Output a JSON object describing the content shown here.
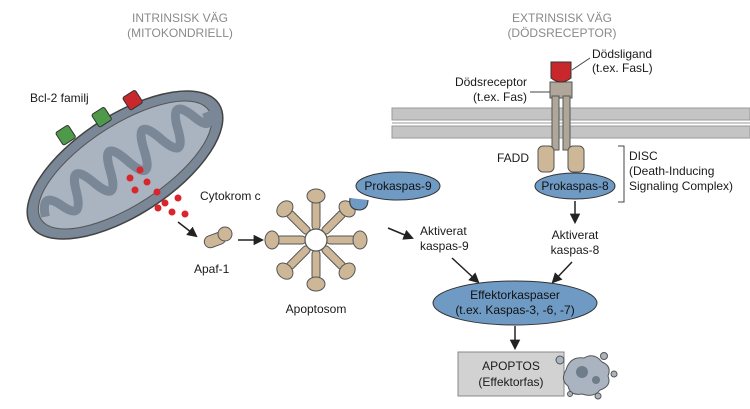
{
  "headers": {
    "intrinsic_line1": "INTRINSISK VÄG",
    "intrinsic_line2": "(MITOKONDRIELL)",
    "extrinsic_line1": "EXTRINSISK VÄG",
    "extrinsic_line2": "(DÖDSRECEPTOR)"
  },
  "labels": {
    "bcl2": "Bcl-2 familj",
    "cytokrom": "Cytokrom c",
    "apaf": "Apaf-1",
    "apoptosom": "Apoptosom",
    "prokaspas9": "Prokaspas-9",
    "aktiverat9_line1": "Aktiverat",
    "aktiverat9_line2": "kaspas-9",
    "dodsligand_line1": "Dödsligand",
    "dodsligand_line2": "(t.ex. FasL)",
    "dodsreceptor_line1": "Dödsreceptor",
    "dodsreceptor_line2": "(t.ex. Fas)",
    "fadd": "FADD",
    "prokaspas8": "Prokaspas-8",
    "disc_line1": "DISC",
    "disc_line2": "(Death-Inducing",
    "disc_line3": "Signaling Complex)",
    "aktiverat8_line1": "Aktiverat",
    "aktiverat8_line2": "kaspas-8",
    "effektor_line1": "Effektorkaspaser",
    "effektor_line2": "(t.ex. Kaspas-3, -6, -7)",
    "apoptos_line1": "APOPTOS",
    "apoptos_line2": "(Effektorfas)"
  },
  "colors": {
    "mito_outer": "#7a8796",
    "mito_inner": "#a9b4c0",
    "protein_tan": "#cdb796",
    "caspase_blue": "#6f9ac4",
    "ligand_red": "#c8282c",
    "bcl2_green": "#4f9a4a",
    "membrane_gray": "#c4c4c4",
    "cytc_red": "#d9252b"
  }
}
